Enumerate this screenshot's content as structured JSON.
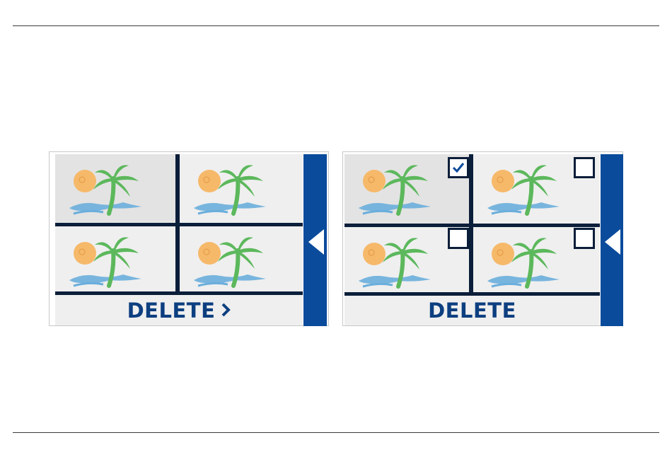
{
  "left_screen": {
    "delete_label": "DELETE",
    "thumbnails": [
      "beach-scene-1",
      "beach-scene-2",
      "beach-scene-3",
      "beach-scene-4"
    ],
    "selected_index": 0
  },
  "right_screen": {
    "delete_label": "DELETE",
    "thumbnails": [
      "beach-scene-1",
      "beach-scene-2",
      "beach-scene-3",
      "beach-scene-4"
    ],
    "checked": [
      true,
      false,
      false,
      false
    ]
  },
  "icons": {
    "thumbnail": "palm-tree-sun-icon",
    "side_tab": "triangle-left-icon",
    "delete_chevron": "chevron-right-icon",
    "check": "checkmark-icon"
  },
  "colors": {
    "accent_blue": "#0a4b9c",
    "label_blue": "#0d3f80",
    "sun": "#f6b96a",
    "palm": "#5cb85c",
    "water": "#6aaedc",
    "divider": "#0b1e3a",
    "tile_bg": "#efefef"
  }
}
